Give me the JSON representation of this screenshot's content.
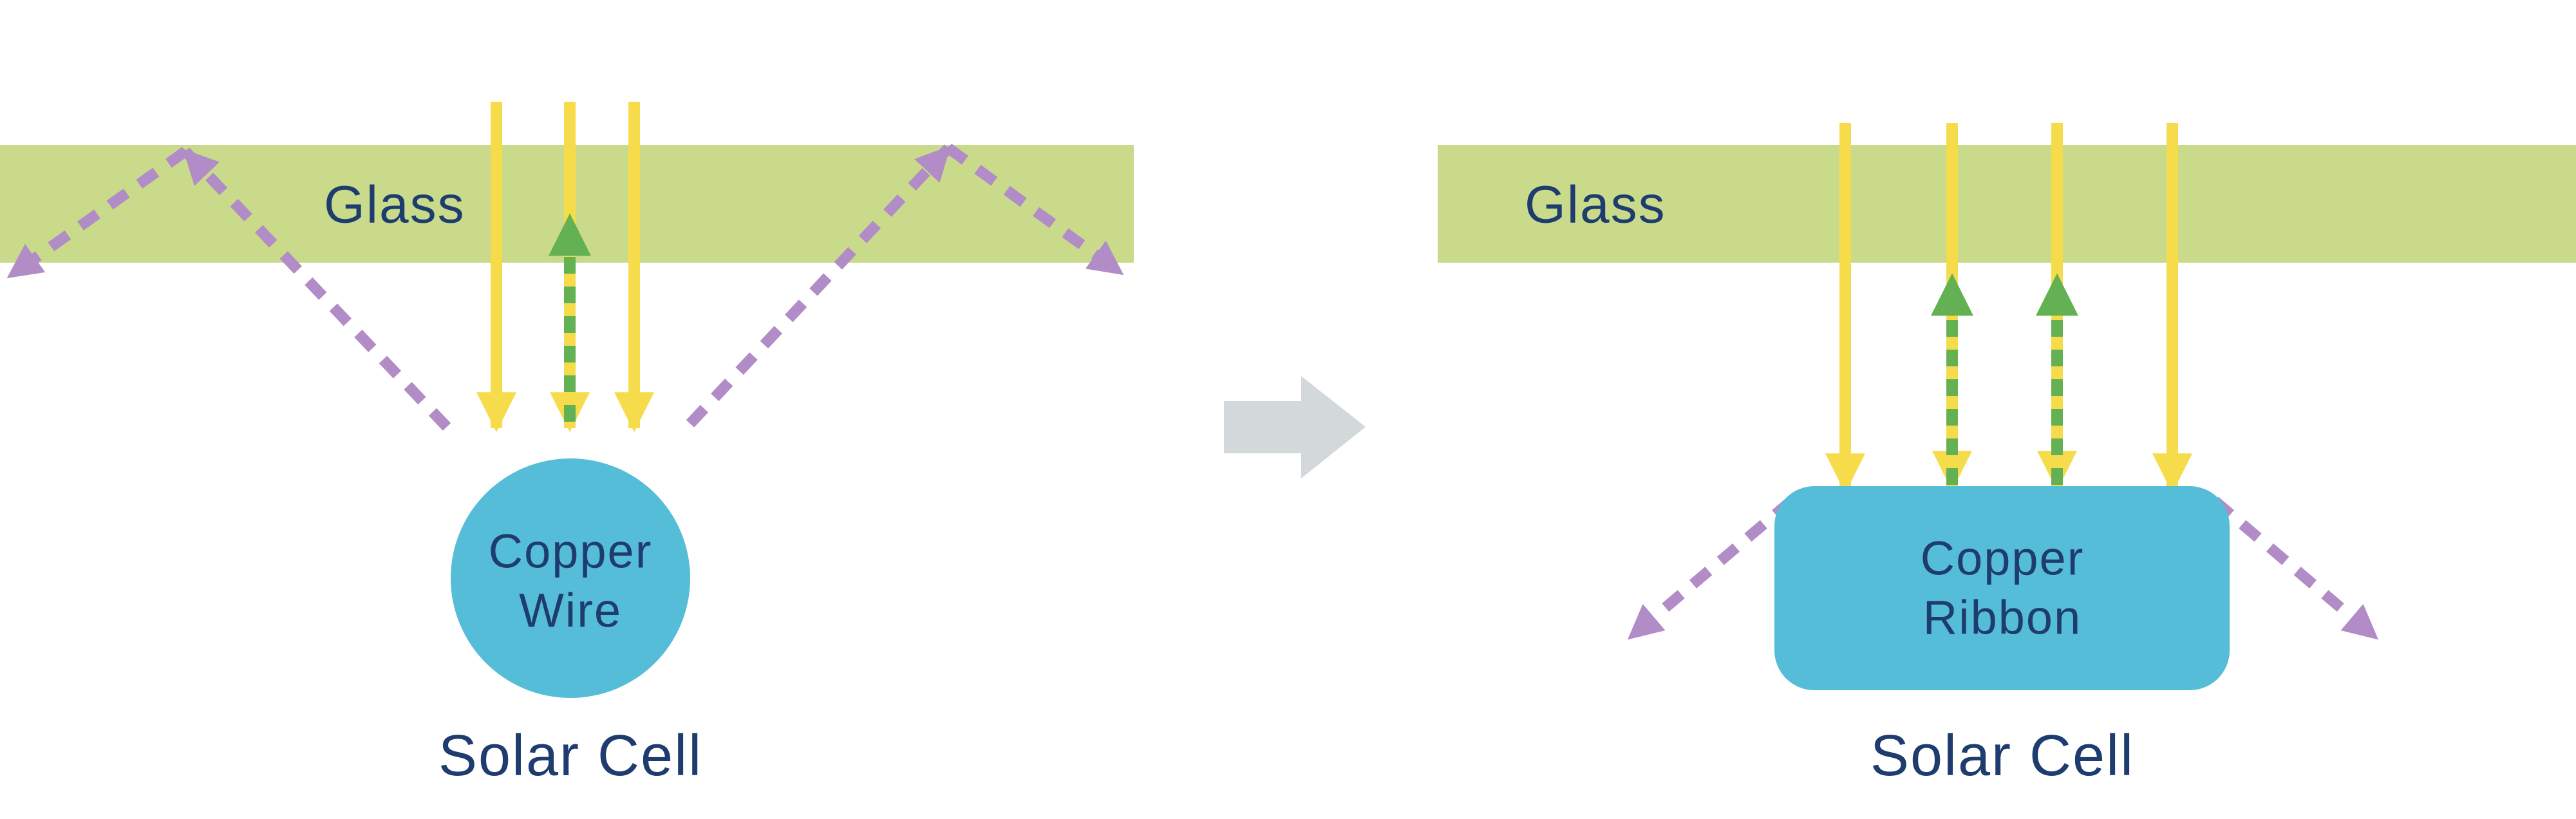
{
  "colors": {
    "background": "#ffffff",
    "glass_green": "#c9db8b",
    "arrow_yellow": "#f6dc4b",
    "arrow_green": "#63b152",
    "arrow_purple": "#b18cc6",
    "copper_blue": "#55bdd8",
    "transition_gray": "#d3d9db",
    "text_navy": "#1e3c6e"
  },
  "left_panel": {
    "glass_label": "Glass",
    "copper_line1": "Copper",
    "copper_line2": "Wire",
    "solar_cell_label": "Solar Cell"
  },
  "right_panel": {
    "glass_label": "Glass",
    "copper_line1": "Copper",
    "copper_line2": "Ribbon",
    "solar_cell_label": "Solar Cell"
  }
}
